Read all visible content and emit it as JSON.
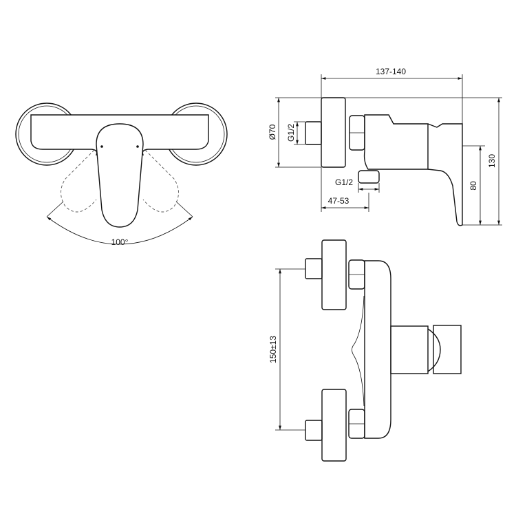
{
  "drawing": {
    "front_view": {
      "angle_label": "100°"
    },
    "side_view": {
      "depth_label": "137-140",
      "rosette_diameter_label": "Ø70",
      "inlet_thread_label": "G1/2",
      "outlet_thread_label": "G1/2",
      "outlet_offset_label": "47-53",
      "height_label": "130",
      "lever_height_label": "80"
    },
    "top_view": {
      "centres_label": "150±13"
    },
    "line_color": "#111111"
  }
}
